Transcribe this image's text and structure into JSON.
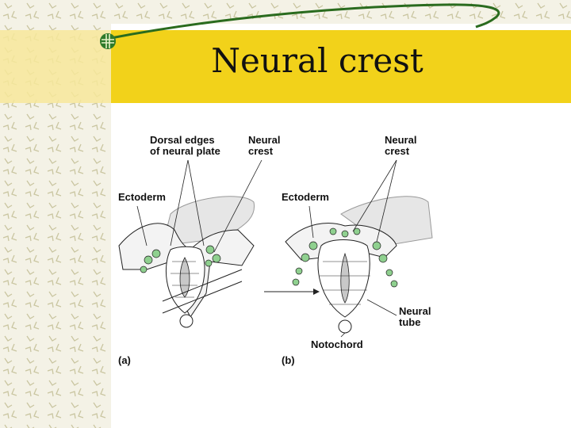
{
  "slide": {
    "title": "Neural crest"
  },
  "figure": {
    "labels": {
      "dorsal_edges": "Dorsal edges\nof neural plate",
      "neural_crest_a": "Neural\ncrest",
      "neural_crest_b": "Neural\ncrest",
      "ectoderm_a": "Ectoderm",
      "ectoderm_b": "Ectoderm",
      "neural_tube": "Neural\ntube",
      "notochord": "Notochord",
      "panel_a": "(a)",
      "panel_b": "(b)"
    },
    "colors": {
      "neural_crest_cells": "#8fd08f",
      "tissue": "#d9d9d9",
      "lumen": "#c8c8c8",
      "outline": "#222222"
    }
  },
  "theme": {
    "title_band": "#f2d21a",
    "pattern": "#d9d6b0",
    "swoosh": "#2a6b1e"
  }
}
